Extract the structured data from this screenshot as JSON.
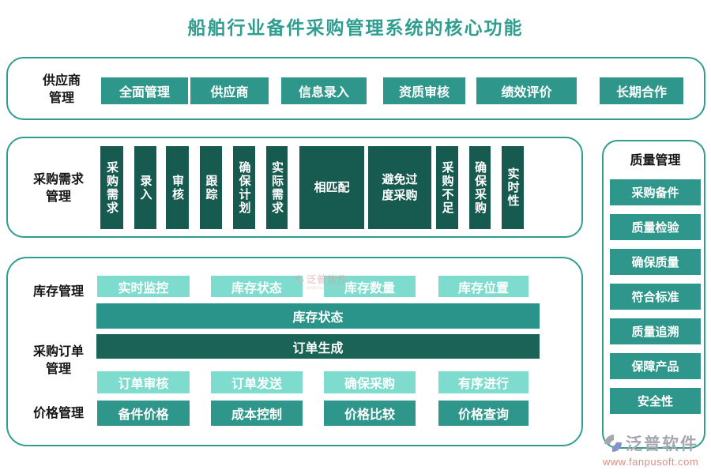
{
  "title": "船舶行业备件采购管理系统的核心功能",
  "colors": {
    "teal": "#2f9e90",
    "chip": "#2e968a",
    "light": "#7edccf",
    "dark": "#175a4f",
    "bar": "#2a948a",
    "bardark": "#1b6357",
    "ink": "#151515",
    "brandgray": "#a6a6b0",
    "brandblue": "#8593c9",
    "brandred": "#d98f85"
  },
  "supplier": {
    "label": "供应商\n管理",
    "buttons": [
      "全面管理",
      "供应商",
      "信息录入",
      "资质审核",
      "绩效评价",
      "长期合作"
    ]
  },
  "demand": {
    "label": "采购需求\n管理",
    "items": [
      "采购需求",
      "录入",
      "审核",
      "跟踪",
      "确保计划",
      "实际需求",
      "相匹配",
      "避免过\n度采购",
      "采购不足",
      "确保采购",
      "实时性"
    ]
  },
  "inventory": {
    "label": "库存管理",
    "buttons": [
      "实时监控",
      "库存状态",
      "库存数量",
      "库存位置"
    ],
    "bar": "库存状态"
  },
  "order": {
    "label": "采购订单\n管理",
    "bar": "订单生成",
    "buttons": [
      "订单审核",
      "订单发送",
      "确保采购",
      "有序进行"
    ]
  },
  "price": {
    "label": "价格管理",
    "buttons": [
      "备件价格",
      "成本控制",
      "价格比较",
      "价格查询"
    ]
  },
  "quality": {
    "label": "质量管理",
    "buttons": [
      "采购备件",
      "质量检验",
      "确保质量",
      "符合标准",
      "质量追溯",
      "保障产品",
      "安全性"
    ]
  },
  "brand": {
    "name": "泛普软件",
    "url": "www.fanpusoft.com"
  }
}
